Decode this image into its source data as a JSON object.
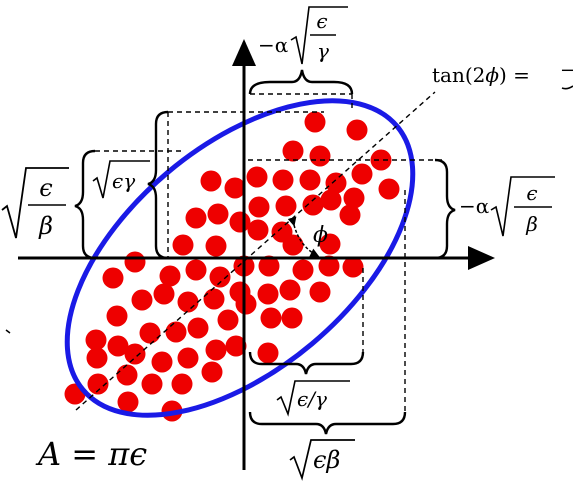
{
  "diagram": {
    "colors": {
      "ellipse": "#1a1ae6",
      "particle": "#ee0000",
      "axis": "#000000",
      "guide": "#000000"
    },
    "labels": {
      "top_coefficient": "−α",
      "top_numerator": "ϵ",
      "top_denominator": "γ",
      "tan_left": "tan(2",
      "tan_phi": "ϕ",
      "tan_right": ") = ",
      "tan_cut": "−",
      "left_numerator": "ϵ",
      "left_denominator": "β",
      "inner_radicand": "ϵγ",
      "right_coefficient": "−α",
      "right_numerator": "ϵ",
      "right_denominator": "β",
      "angle": "ϕ",
      "bottom_inner_radicand": "ϵ/γ",
      "bottom_outer_radicand": "ϵβ",
      "area": "A = πϵ"
    }
  }
}
